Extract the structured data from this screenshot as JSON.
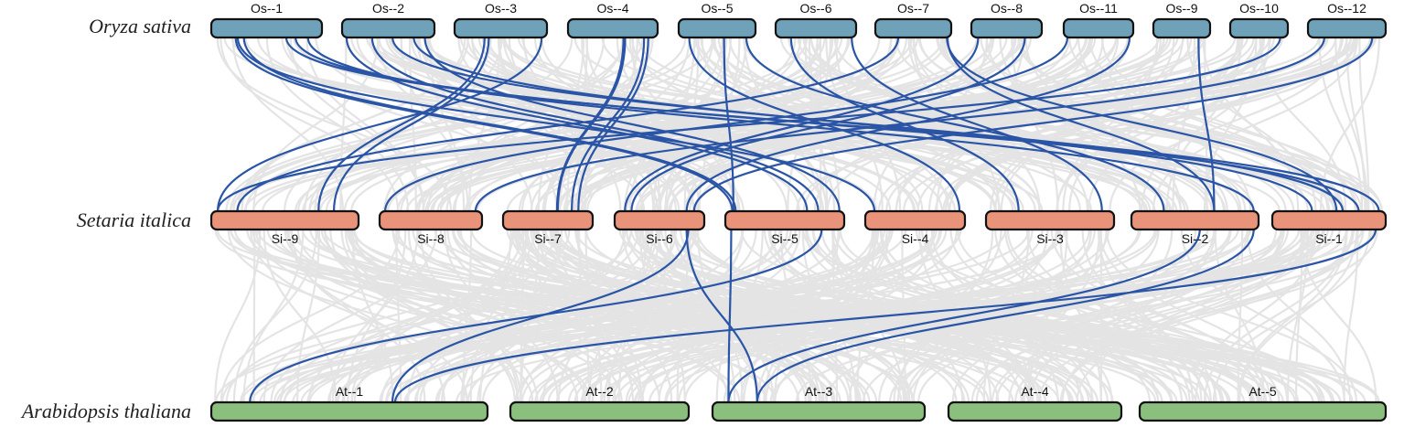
{
  "figure": {
    "type": "synteny-plot",
    "highlight_color": "#2a55a6",
    "background_link_color": "#e4e4e4"
  },
  "tracks": [
    {
      "id": "os",
      "species": "Oryza sativa",
      "color": "#6fa2b9",
      "label_position": "above",
      "chromosomes": [
        {
          "id": "Os-1",
          "label": "Os--1"
        },
        {
          "id": "Os-2",
          "label": "Os--2"
        },
        {
          "id": "Os-3",
          "label": "Os--3"
        },
        {
          "id": "Os-4",
          "label": "Os--4"
        },
        {
          "id": "Os-5",
          "label": "Os--5"
        },
        {
          "id": "Os-6",
          "label": "Os--6"
        },
        {
          "id": "Os-7",
          "label": "Os--7"
        },
        {
          "id": "Os-8",
          "label": "Os--8"
        },
        {
          "id": "Os-11",
          "label": "Os--11"
        },
        {
          "id": "Os-9",
          "label": "Os--9"
        },
        {
          "id": "Os-10",
          "label": "Os--10"
        },
        {
          "id": "Os-12",
          "label": "Os--12"
        }
      ]
    },
    {
      "id": "si",
      "species": "Setaria italica",
      "color": "#e8937a",
      "label_position": "below",
      "chromosomes": [
        {
          "id": "Si-9",
          "label": "Si--9"
        },
        {
          "id": "Si-8",
          "label": "Si--8"
        },
        {
          "id": "Si-7",
          "label": "Si--7"
        },
        {
          "id": "Si-6",
          "label": "Si--6"
        },
        {
          "id": "Si-5",
          "label": "Si--5"
        },
        {
          "id": "Si-4",
          "label": "Si--4"
        },
        {
          "id": "Si-3",
          "label": "Si--3"
        },
        {
          "id": "Si-2",
          "label": "Si--2"
        },
        {
          "id": "Si-1",
          "label": "Si--1"
        }
      ]
    },
    {
      "id": "at",
      "species": "Arabidopsis thaliana",
      "color": "#8bbf7d",
      "label_position": "above",
      "chromosomes": [
        {
          "id": "At-1",
          "label": "At--1"
        },
        {
          "id": "At-2",
          "label": "At--2"
        },
        {
          "id": "At-3",
          "label": "At--3"
        },
        {
          "id": "At-4",
          "label": "At--4"
        },
        {
          "id": "At-5",
          "label": "At--5"
        }
      ]
    }
  ],
  "highlighted_links": {
    "os_si": [
      {
        "from": [
          "Os-1",
          0.2
        ],
        "to": [
          "Si-5",
          0.03
        ]
      },
      {
        "from": [
          "Os-1",
          0.28
        ],
        "to": [
          "Si-5",
          0.06
        ]
      },
      {
        "from": [
          "Os-1",
          0.22
        ],
        "to": [
          "Si-4",
          0.06
        ]
      },
      {
        "from": [
          "Os-1",
          0.69
        ],
        "to": [
          "Si-1",
          0.97
        ]
      },
      {
        "from": [
          "Os-1",
          0.78
        ],
        "to": [
          "Si-1",
          0.78
        ]
      },
      {
        "from": [
          "Os-1",
          0.9
        ],
        "to": [
          "Si-2",
          0.99
        ]
      },
      {
        "from": [
          "Os-2",
          0.01
        ],
        "to": [
          "Si-5",
          0.7
        ]
      },
      {
        "from": [
          "Os-2",
          0.31
        ],
        "to": [
          "Si-5",
          0.8
        ]
      },
      {
        "from": [
          "Os-2",
          0.55
        ],
        "to": [
          "Si-1",
          0.63
        ]
      },
      {
        "from": [
          "Os-2",
          0.8
        ],
        "to": [
          "Si-1",
          0.34
        ]
      },
      {
        "from": [
          "Os-2",
          0.93
        ],
        "to": [
          "Si-5",
          0.99
        ]
      },
      {
        "from": [
          "Os-3",
          0.31
        ],
        "to": [
          "Si-9",
          0.74
        ]
      },
      {
        "from": [
          "Os-3",
          0.36
        ],
        "to": [
          "Si-9",
          0.85
        ]
      },
      {
        "from": [
          "Os-3",
          0.98
        ],
        "to": [
          "Si-9",
          0.02
        ]
      },
      {
        "from": [
          "Os-4",
          0.63
        ],
        "to": [
          "Si-7",
          0.61
        ]
      },
      {
        "from": [
          "Os-4",
          0.65
        ],
        "to": [
          "Si-7",
          0.62
        ]
      },
      {
        "from": [
          "Os-4",
          0.88
        ],
        "to": [
          "Si-7",
          0.79
        ]
      },
      {
        "from": [
          "Os-4",
          0.93
        ],
        "to": [
          "Si-7",
          0.87
        ]
      },
      {
        "from": [
          "Os-5",
          0.1
        ],
        "to": [
          "Si-4",
          0.98
        ]
      },
      {
        "from": [
          "Os-5",
          0.6
        ],
        "to": [
          "Si-5",
          0.04
        ]
      },
      {
        "from": [
          "Os-5",
          0.92
        ],
        "to": [
          "Si-2",
          0.24
        ]
      },
      {
        "from": [
          "Os-6",
          0.16
        ],
        "to": [
          "Si-3",
          0.24
        ]
      },
      {
        "from": [
          "Os-6",
          0.99
        ],
        "to": [
          "Si-3",
          0.93
        ]
      },
      {
        "from": [
          "Os-7",
          0.28
        ],
        "to": [
          "Si-9",
          0.16
        ]
      },
      {
        "from": [
          "Os-7",
          0.99
        ],
        "to": [
          "Si-1",
          0.57
        ]
      },
      {
        "from": [
          "Os-7",
          1.0
        ],
        "to": [
          "Si-2",
          0.66
        ]
      },
      {
        "from": [
          "Os-8",
          0.05
        ],
        "to": [
          "Si-6",
          0.08
        ]
      },
      {
        "from": [
          "Os-8",
          0.79
        ],
        "to": [
          "Si-6",
          0.16
        ]
      },
      {
        "from": [
          "Os-11",
          0.0
        ],
        "to": [
          "Si-8",
          0.02
        ]
      },
      {
        "from": [
          "Os-11",
          1.0
        ],
        "to": [
          "Si-6",
          0.83
        ]
      },
      {
        "from": [
          "Os-9",
          0.84
        ],
        "to": [
          "Si-2",
          0.66
        ]
      },
      {
        "from": [
          "Os-10",
          0.92
        ],
        "to": [
          "Si-9",
          0.02
        ]
      },
      {
        "from": [
          "Os-12",
          0.18
        ],
        "to": [
          "Si-8",
          0.97
        ]
      },
      {
        "from": [
          "Os-12",
          0.86
        ],
        "to": [
          "Si-6",
          0.92
        ]
      }
    ],
    "si_at": [
      {
        "from": [
          "Si-5",
          0.83
        ],
        "to": [
          "At-1",
          0.13
        ]
      },
      {
        "from": [
          "Si-6",
          0.83
        ],
        "to": [
          "At-3",
          0.2
        ]
      },
      {
        "from": [
          "Si-5",
          0.02
        ],
        "to": [
          "At-3",
          0.06
        ]
      },
      {
        "from": [
          "Si-6",
          0.85
        ],
        "to": [
          "At-1",
          0.66
        ]
      },
      {
        "from": [
          "Si-2",
          0.99
        ],
        "to": [
          "At-3",
          0.2
        ]
      },
      {
        "from": [
          "Si-1",
          0.94
        ],
        "to": [
          "At-1",
          0.67
        ]
      },
      {
        "from": [
          "Si-2",
          0.54
        ],
        "to": [
          "At-3",
          0.06
        ]
      }
    ]
  }
}
